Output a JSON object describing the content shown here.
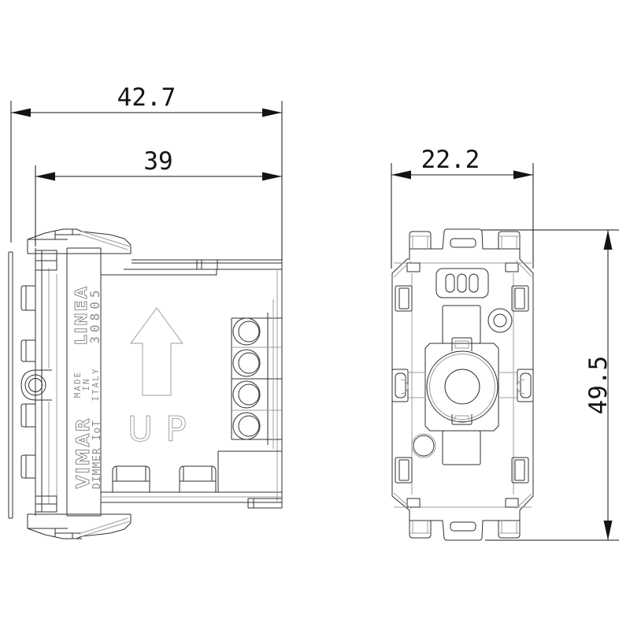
{
  "drawing": {
    "type": "technical-dimension-drawing",
    "colors": {
      "background": "#ffffff",
      "outline": "#2f2f2f",
      "outline_light": "#9c9c9c",
      "dimension": "#141414",
      "engraving": "#8f8f8f"
    },
    "dimensions": {
      "overall_depth": "42.7",
      "module_depth": "39",
      "module_width": "22.2",
      "module_height": "49.5"
    },
    "side_view": {
      "series_label": "LINEA",
      "article_number": "30805",
      "origin_lines": [
        "MADE",
        "IN",
        "ITALY"
      ],
      "brand": "VIMAR",
      "model_label": "DIMMER IoT",
      "orientation_label": "UP"
    },
    "icons": {
      "up_arrow": "up-arrow-icon"
    }
  }
}
